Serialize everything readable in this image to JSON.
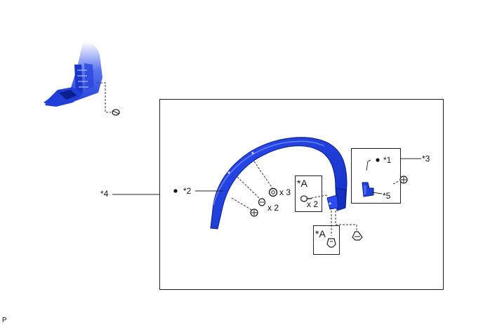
{
  "callouts": {
    "c1": "*1",
    "c2": "*2",
    "c3": "*3",
    "c4": "*4",
    "c5": "*5",
    "cA_upper": "*A",
    "cA_lower": "*A"
  },
  "quantities": {
    "nut": "x 3",
    "screw": "x 2",
    "clip": "x 2"
  },
  "page_marker": "P",
  "colors": {
    "part_blue": "#1f3fd8",
    "part_dark": "#0b1f8f",
    "part_light": "#6f87ff",
    "line": "#222222",
    "hardware": "#333333"
  },
  "icons": [
    "wheel-opening-moulding",
    "fender-liner",
    "clip",
    "nut",
    "screw",
    "retainer"
  ]
}
